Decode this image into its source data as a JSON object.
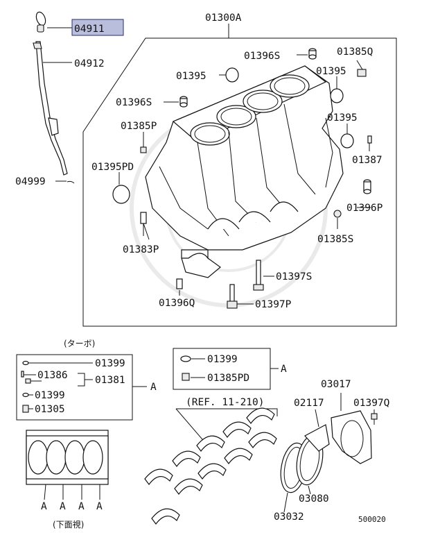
{
  "parts": {
    "p04911": "04911",
    "p04912": "04912",
    "p04999": "04999",
    "p01300A": "01300A",
    "p01396S_a": "01396S",
    "p01385Q": "01385Q",
    "p01395_a": "01395",
    "p01395_b": "01395",
    "p01396S_b": "01396S",
    "p01395_c": "01395",
    "p01385P": "01385P",
    "p01387": "01387",
    "p01395PD": "01395PD",
    "p01396P": "01396P",
    "p01385S": "01385S",
    "p01383P": "01383P",
    "p01397S": "01397S",
    "p01396Q": "01396Q",
    "p01397P": "01397P"
  },
  "turbo_box": {
    "caption": "(ターボ)",
    "items": [
      "01399",
      "01386",
      "01381",
      "01399",
      "01305"
    ],
    "ref_letter": "A"
  },
  "ref_box": {
    "items": [
      "01399",
      "01385PD"
    ],
    "ref_letter": "A"
  },
  "bottom": {
    "ref_note": "(REF. 11-210)",
    "p02117": "02117",
    "p03017": "03017",
    "p01397Q": "01397Q",
    "p03080": "03080",
    "p03032": "03032",
    "bottom_view_caption": "(下面視)",
    "bottom_view_letters": [
      "A",
      "A",
      "A",
      "A"
    ]
  },
  "diagram_code": "500020",
  "colors": {
    "highlight": "#b9bedd",
    "line": "#111111"
  }
}
